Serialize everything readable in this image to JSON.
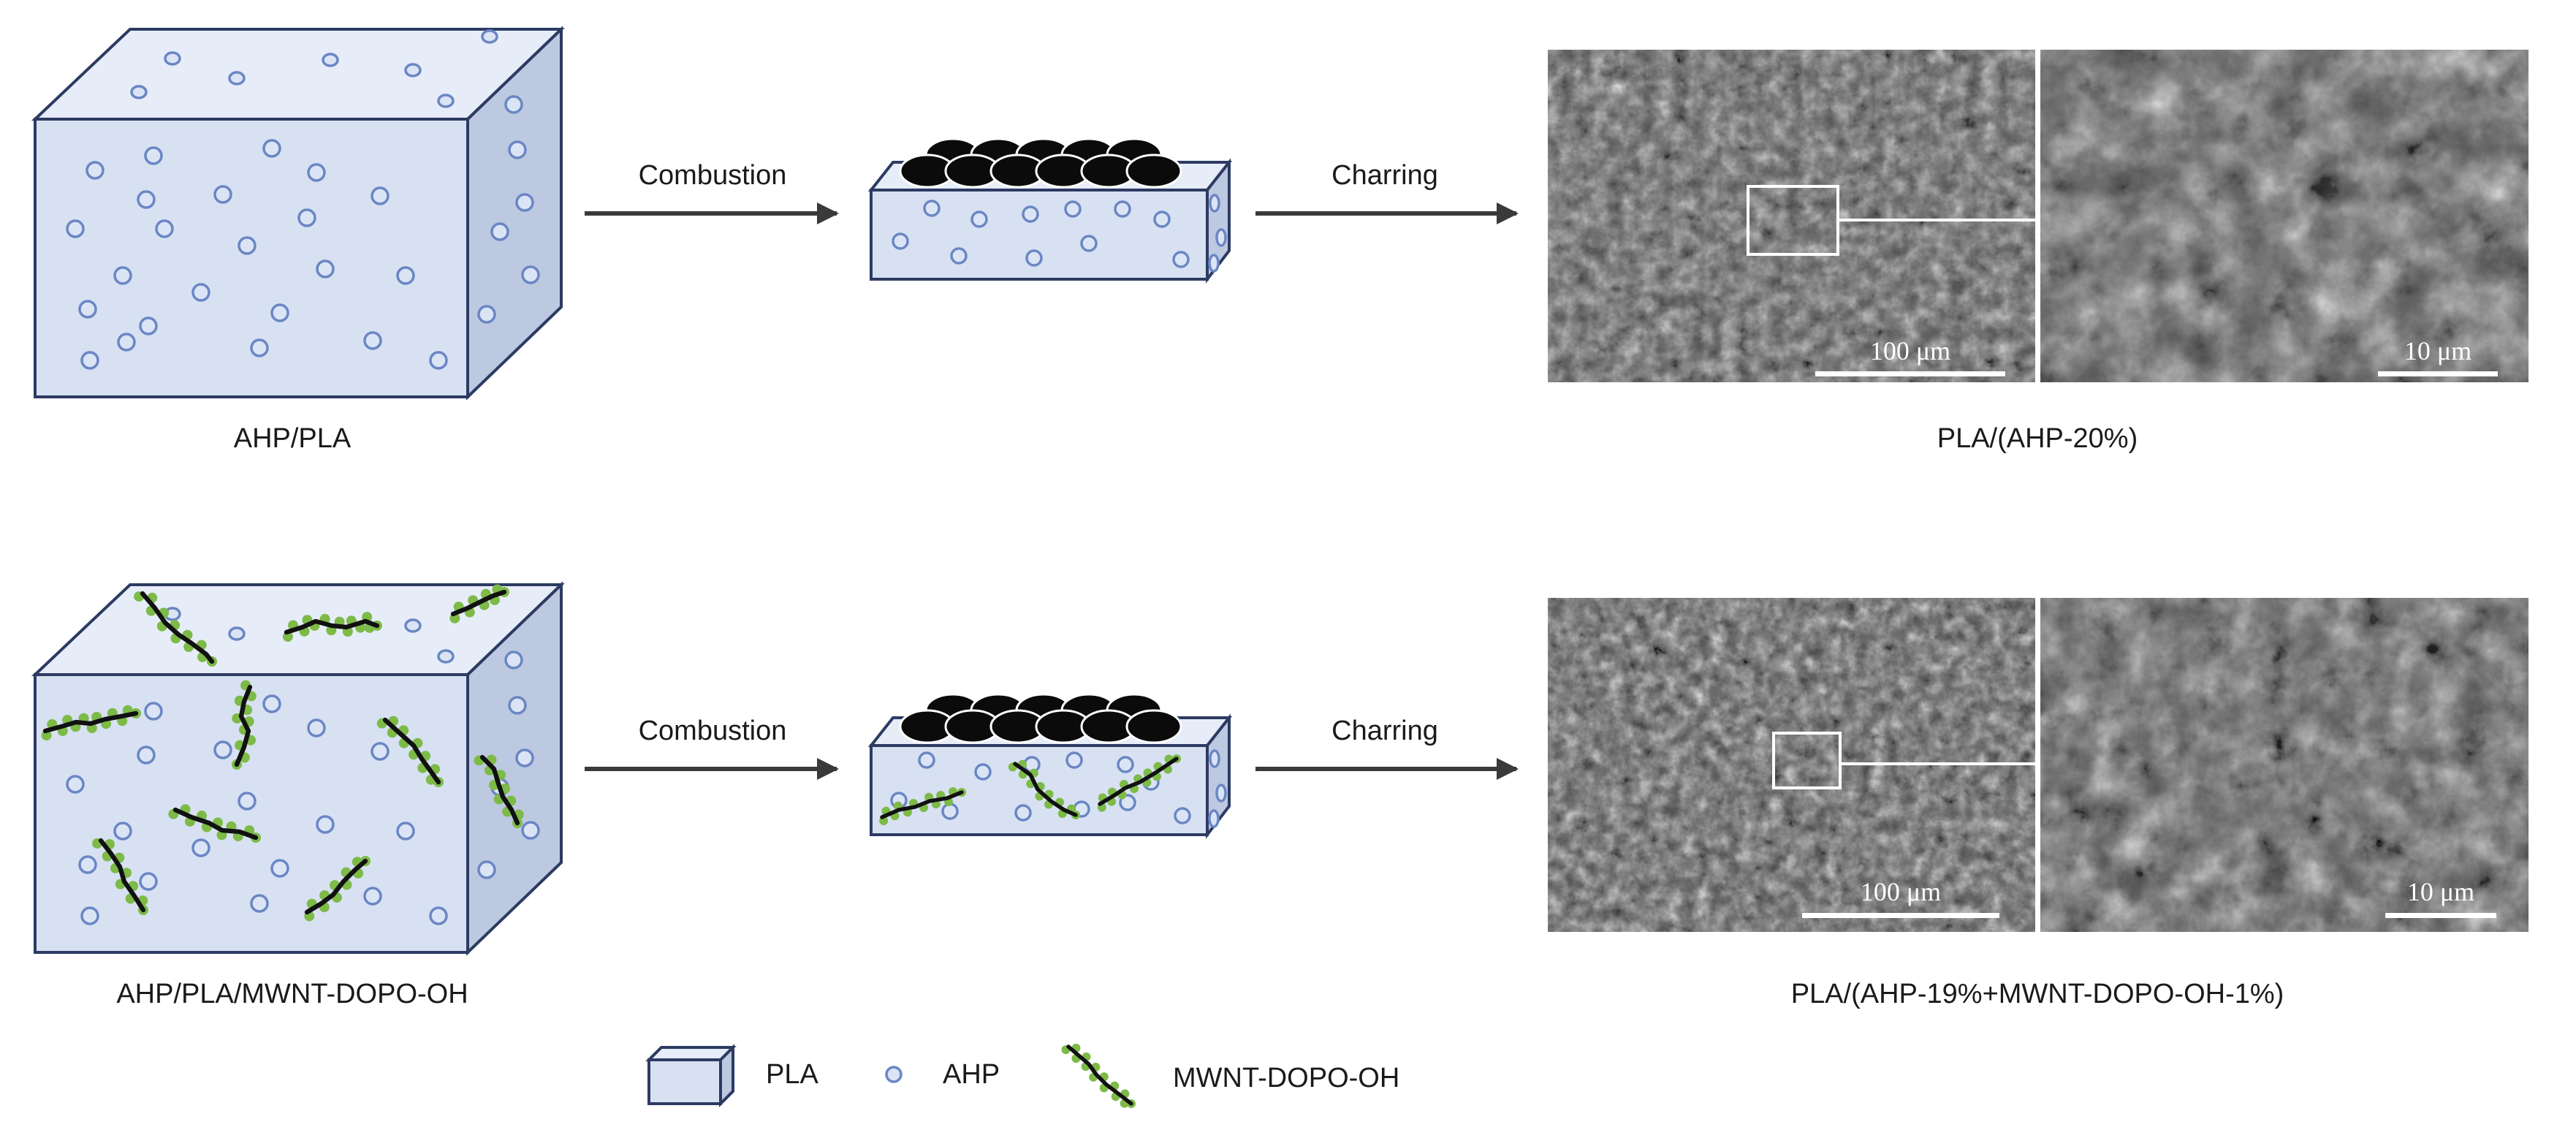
{
  "top_row": {
    "input_label": "AHP/PLA",
    "step1": "Combustion",
    "step2": "Charring",
    "result_label": "PLA/(AHP-20%)",
    "scale_low": "100 μm",
    "scale_high": "10 μm"
  },
  "bottom_row": {
    "input_label": "AHP/PLA/MWNT-DOPO-OH",
    "step1": "Combustion",
    "step2": "Charring",
    "result_label": "PLA/(AHP-19%+MWNT-DOPO-OH-1%)",
    "scale_low": "100 μm",
    "scale_high": "10 μm"
  },
  "legend": {
    "pla": "PLA",
    "ahp": "AHP",
    "mwnt": "MWNT-DOPO-OH"
  },
  "colors": {
    "block_front": "#d7e1f2",
    "block_top": "#e6edf8",
    "block_side": "#bcc9e0",
    "block_edge": "#2d3b63",
    "particle": "#6a86c4",
    "char": "#0b0b0b",
    "tube_bead": "#7dba48",
    "arrow": "#3a3a3a",
    "sem_dark": "#3c3c3c",
    "sem_light": "#8e8e8e"
  }
}
